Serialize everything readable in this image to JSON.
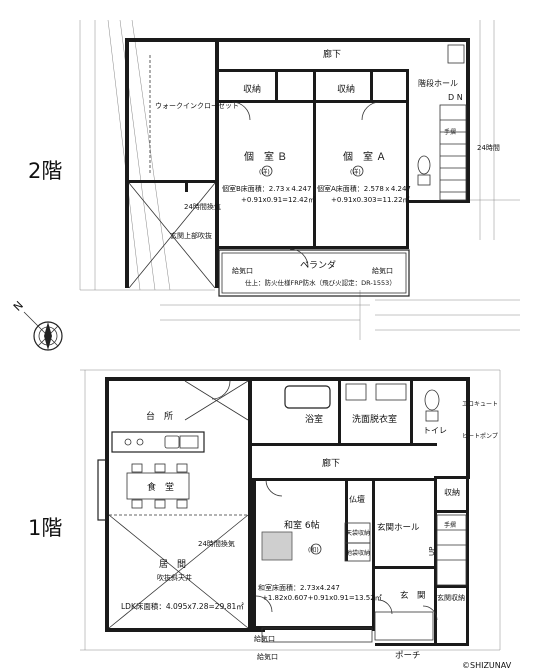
{
  "floor2": {
    "floor_label": "2階",
    "corridor": "廊下",
    "closet_1": "収納",
    "closet_2": "収納",
    "stair_hall": "階段ホール",
    "dn": "D N",
    "walk_in_closet": "ウォークインクローゼット",
    "room_b": "個　室 Ｂ",
    "room_a": "個　室 Ａ",
    "room_b_tatami": "(洋)",
    "room_a_tatami": "(洋)",
    "room_b_area_1": "個室B床面積：2.73ｘ4.247",
    "room_b_area_2": "+0.91x0.91=12.42㎡",
    "room_a_area_1": "個室A床面積：2.578ｘ4.247",
    "room_a_area_2": "+0.91x0.303=11.22㎡",
    "fan_24h": "24時間換気",
    "fan_24h_right": "24時間",
    "entrance_void": "玄関上部吹抜",
    "veranda": "ベランダ",
    "vent_left": "給気口",
    "vent_right": "給気口",
    "veranda_finish": "仕上：防火仕様FRP防水（飛び火認定：DR-1553）",
    "handrail": "手摺"
  },
  "floor1": {
    "floor_label": "1階",
    "kitchen": "台　所",
    "dining": "食　堂",
    "living": "居　間",
    "void_ceiling": "吹抜斜天井",
    "fan_24h": "24時間換気",
    "ldk_area": "LDK床面積：4.095x7.28=29.81㎡",
    "bathroom": "浴室",
    "washroom": "洗面脱衣室",
    "toilet": "トイレ",
    "corridor": "廊下",
    "eco_cute": "エコキュート",
    "heat_pump": "ヒートポンプ",
    "closet": "収納",
    "buddhist_altar": "仏壇",
    "japanese_room": "和室 6帖",
    "japanese_room_mark": "(和)",
    "upper_closet_1": "天袋収納",
    "upper_closet_2": "地袋収納",
    "japanese_area_1": "和室床面積：2.73x4.247",
    "japanese_area_2": "+1.82x0.607+0.91x0.91=13.52㎡",
    "entrance_hall": "玄関ホール",
    "handrail": "手摺",
    "up": "UP",
    "entrance": "玄　関",
    "shoe_closet": "玄関収納",
    "porch": "ポーチ",
    "vent_1": "給気口",
    "vent_2": "給気口"
  },
  "compass": {
    "north": "N"
  },
  "watermark": "©SHIZUNAV"
}
